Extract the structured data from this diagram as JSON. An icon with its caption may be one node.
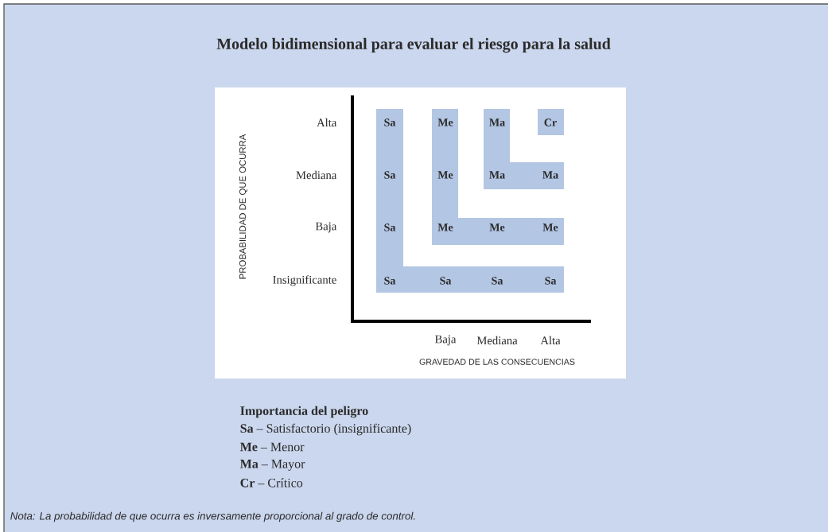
{
  "diagram": {
    "title": "Modelo bidimensional para evaluar el riesgo para la salud",
    "nodes": [
      {
        "text": [
          "Sa",
          "Sa",
          "Sa",
          "Sa",
          "Sa",
          "Sa",
          "Sa"
        ]
      },
      {
        "text": [
          "Me",
          "Me",
          "Me",
          "Me",
          "Me"
        ]
      },
      {
        "text": [
          "Ma",
          "Ma",
          "Ma"
        ]
      },
      {
        "text": [
          "Cr"
        ]
      }
    ],
    "labels": [
      "PROBABILIDAD DE QUE OCURRA",
      "Alta",
      "Mediana",
      "Baja",
      "Insignificante",
      "Baja",
      "Mediana",
      "Alta",
      "GRAVEDAD DE LAS CONSECUENCIAS",
      "Importancia del peligro",
      "**Sa** – Satisfactorio (insignificante)",
      "**Me** – Menor",
      "**Ma** – Mayor",
      "**Cr** – Crítico",
      "*Nota*: La probabilidad de que ocurra es inversamente proporcional al grado de control."
    ]
  }
}
